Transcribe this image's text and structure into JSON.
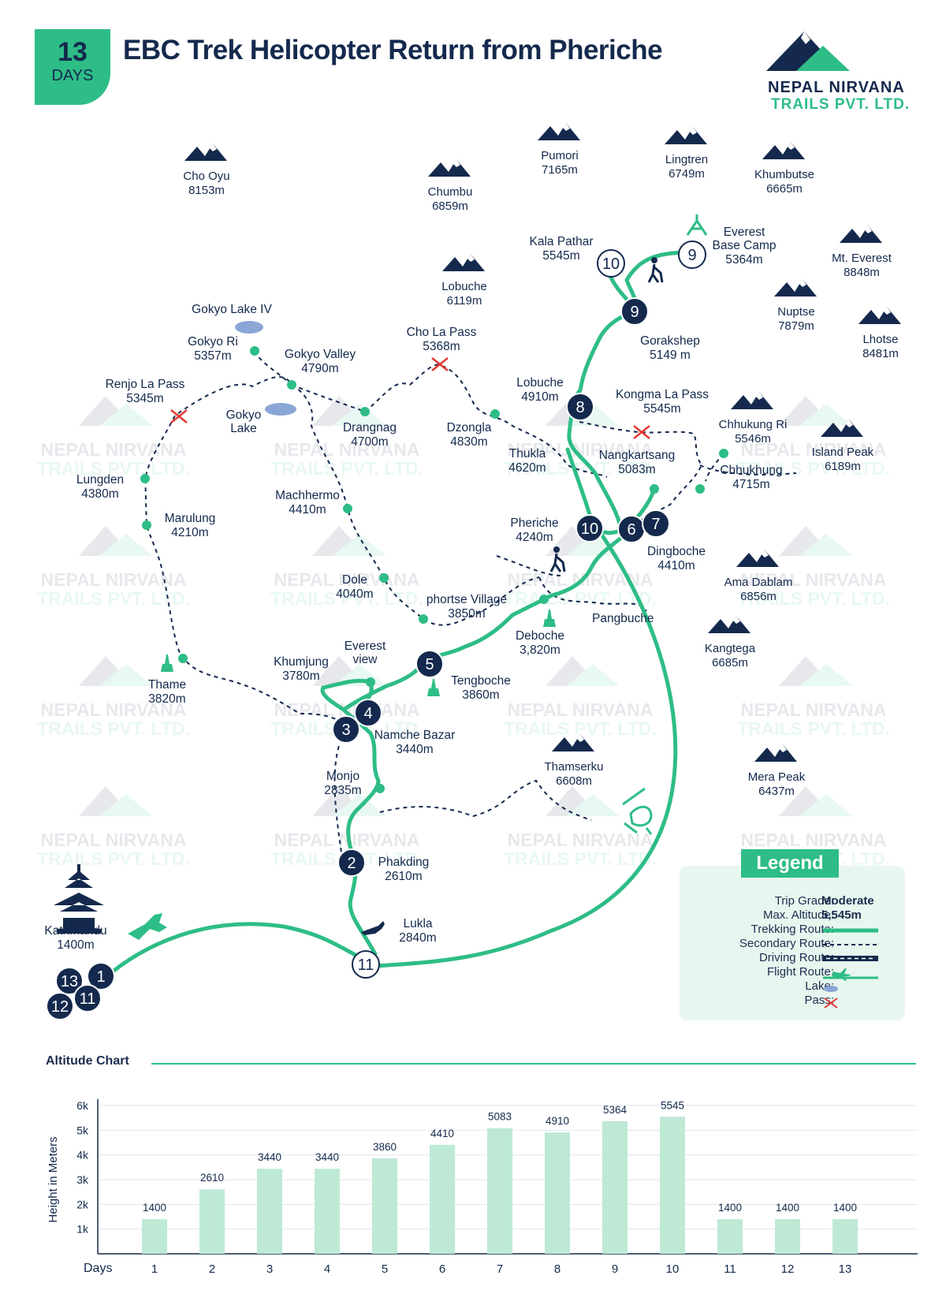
{
  "header": {
    "days_number": "13",
    "days_label": "DAYS",
    "title": "EBC Trek Helicopter Return from Pheriche",
    "brand_line1": "NEPAL NIRVANA",
    "brand_line2": "TRAILS PVT. LTD.",
    "watermark_line1": "NEPAL NIRVANA",
    "watermark_line2": "TRAILS PVT. LTD."
  },
  "colors": {
    "navy": "#14294d",
    "green": "#2ebd86",
    "light_green": "#bde9d5",
    "pass_red": "#e53935",
    "lake_blue": "#8aa6d6"
  },
  "map": {
    "peaks": [
      {
        "name": "Cho Oyu",
        "alt": "8153m"
      },
      {
        "name": "Chumbu",
        "alt": "6859m"
      },
      {
        "name": "Pumori",
        "alt": "7165m"
      },
      {
        "name": "Lingtren",
        "alt": "6749m"
      },
      {
        "name": "Khumbutse",
        "alt": "6665m"
      },
      {
        "name": "Lobuche",
        "alt": "6119m"
      },
      {
        "name": "Mt. Everest",
        "alt": "8848m"
      },
      {
        "name": "Nuptse",
        "alt": "7879m"
      },
      {
        "name": "Lhotse",
        "alt": "8481m"
      },
      {
        "name": "Chhukung Ri",
        "alt": "5546m"
      },
      {
        "name": "Island Peak",
        "alt": "6189m"
      },
      {
        "name": "Ama Dablam",
        "alt": "6856m"
      },
      {
        "name": "Kangtega",
        "alt": "6685m"
      },
      {
        "name": "Thamserku",
        "alt": "6608m"
      },
      {
        "name": "Mera Peak",
        "alt": "6437m"
      }
    ],
    "places": [
      {
        "name": "Kala Pathar",
        "alt": "5545m"
      },
      {
        "name": "Everest",
        "name2": "Base Camp",
        "alt": "5364m"
      },
      {
        "name": "Gorakshep",
        "alt": "5149 m"
      },
      {
        "name": "Gokyo Lake IV",
        "alt": ""
      },
      {
        "name": "Gokyo Ri",
        "alt": "5357m"
      },
      {
        "name": "Gokyo Valley",
        "alt": "4790m"
      },
      {
        "name": "Cho La Pass",
        "alt": "5368m"
      },
      {
        "name": "Renjo La Pass",
        "alt": "5345m"
      },
      {
        "name": "Gokyo",
        "name2": "Lake",
        "alt": ""
      },
      {
        "name": "Drangnag",
        "alt": "4700m"
      },
      {
        "name": "Dzongla",
        "alt": "4830m"
      },
      {
        "name": "Lobuche",
        "alt": "4910m"
      },
      {
        "name": "Kongma La Pass",
        "alt": "5545m"
      },
      {
        "name": "Thukla",
        "alt": "4620m"
      },
      {
        "name": "Nangkartsang",
        "alt": "5083m"
      },
      {
        "name": "Chhukhung",
        "alt": "4715m"
      },
      {
        "name": "Lungden",
        "alt": "4380m"
      },
      {
        "name": "Machhermo",
        "alt": "4410m"
      },
      {
        "name": "Marulung",
        "alt": "4210m"
      },
      {
        "name": "Pheriche",
        "alt": "4240m"
      },
      {
        "name": "Dingboche",
        "alt": "4410m"
      },
      {
        "name": "Dole",
        "alt": "4040m"
      },
      {
        "name": "phortse Village",
        "alt": "3850m"
      },
      {
        "name": "Pangbuche",
        "alt": ""
      },
      {
        "name": "Deboche",
        "alt": "3,820m"
      },
      {
        "name": "Everest",
        "name2": "view",
        "alt": ""
      },
      {
        "name": "Khumjung",
        "alt": "3780m"
      },
      {
        "name": "Thame",
        "alt": "3820m"
      },
      {
        "name": "Tengboche",
        "alt": "3860m"
      },
      {
        "name": "Namche Bazar",
        "alt": "3440m"
      },
      {
        "name": "Monjo",
        "alt": "2835m"
      },
      {
        "name": "Phakding",
        "alt": "2610m"
      },
      {
        "name": "Kathmandu",
        "alt": "1400m"
      },
      {
        "name": "Lukla",
        "alt": "2840m"
      }
    ],
    "day_markers": [
      "1",
      "2",
      "3",
      "4",
      "5",
      "6",
      "7",
      "8",
      "9",
      "10",
      "11",
      "12",
      "13",
      "9",
      "10",
      "11"
    ]
  },
  "legend": {
    "title": "Legend",
    "trip_grade_label": "Trip Grade:",
    "trip_grade_value": "Moderate",
    "max_altitude_label": "Max. Altitude:",
    "max_altitude_value": "5,545m",
    "trekking_route": "Trekking Route:",
    "secondary_route": "Secondary Route:",
    "driving_route": "Driving Route:",
    "flight_route": "Flight Route:",
    "lake": "Lake:",
    "pass": "Pass:"
  },
  "chart_data": {
    "type": "bar",
    "title": "Altitude Chart",
    "xlabel": "Days",
    "ylabel": "Height in Meters",
    "categories": [
      "1",
      "2",
      "3",
      "4",
      "5",
      "6",
      "7",
      "8",
      "9",
      "10",
      "11",
      "12",
      "13"
    ],
    "values": [
      1400,
      2610,
      3440,
      3440,
      3860,
      4410,
      5083,
      4910,
      5364,
      5545,
      1400,
      1400,
      1400
    ],
    "ylim": [
      0,
      6000
    ],
    "yticks": [
      "1k",
      "2k",
      "3k",
      "4k",
      "5k",
      "6k"
    ],
    "grid": true,
    "bar_color": "#bde9d5"
  }
}
